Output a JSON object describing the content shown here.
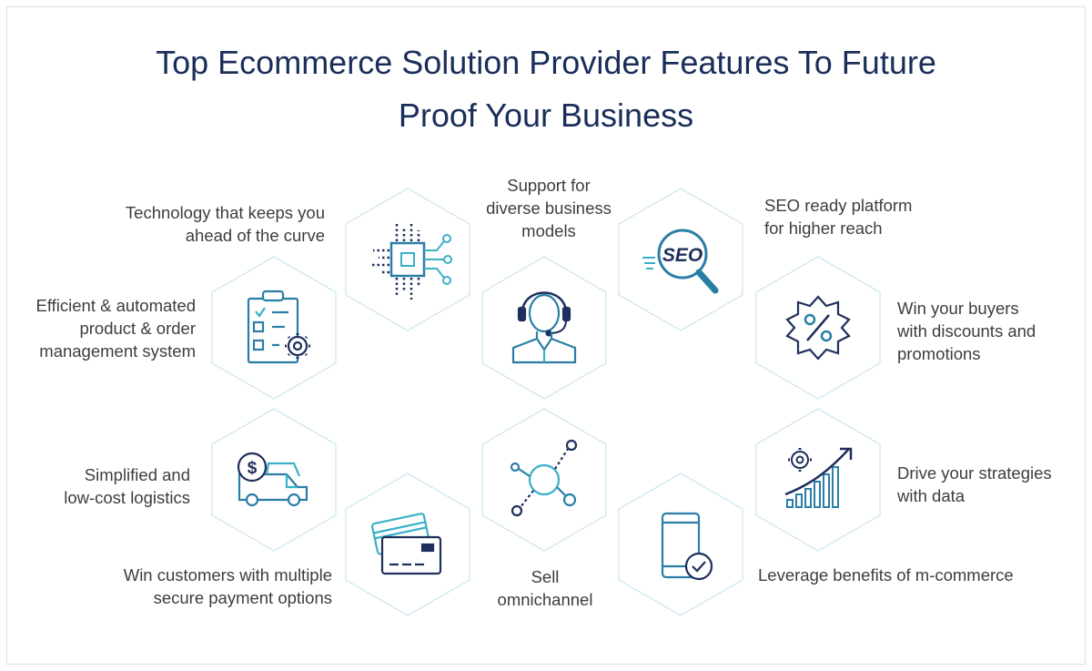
{
  "title": {
    "line1": "Top Ecommerce Solution Provider Features To Future",
    "line2": "Proof Your Business"
  },
  "colors": {
    "title": "#1a2e5a",
    "icon_stroke": "#2a7ea6",
    "icon_accent": "#3ab0c8",
    "icon_dark": "#1f2f5c",
    "hex_outline": "#cfe8ef"
  },
  "features": {
    "technology": {
      "line1": "Technology that keeps you",
      "line2": "ahead of the curve",
      "icon": "microchip-icon"
    },
    "business_models": {
      "line1": "Support for",
      "line2": "diverse business",
      "line3": "models",
      "icon": "support-agent-icon"
    },
    "seo": {
      "line1": "SEO ready platform",
      "line2": "for higher reach",
      "icon": "seo-magnifier-icon",
      "icon_text": "SEO"
    },
    "order_management": {
      "line1": "Efficient & automated",
      "line2": "product & order",
      "line3": "management system",
      "icon": "checklist-gear-icon"
    },
    "discounts": {
      "line1": "Win your buyers",
      "line2": "with discounts and",
      "line3": "promotions",
      "icon": "discount-badge-icon"
    },
    "logistics": {
      "line1": "Simplified and",
      "line2": "low-cost logistics",
      "icon": "delivery-truck-icon"
    },
    "omnichannel": {
      "line1": "Sell",
      "line2": "omnichannel",
      "icon": "network-nodes-icon"
    },
    "data": {
      "line1": "Drive your strategies",
      "line2": "with data",
      "icon": "growth-chart-icon"
    },
    "payments": {
      "line1": "Win customers with multiple",
      "line2": "secure payment options",
      "icon": "credit-cards-icon"
    },
    "mcommerce": {
      "line1": "Leverage benefits of m-commerce",
      "icon": "mobile-check-icon"
    }
  }
}
